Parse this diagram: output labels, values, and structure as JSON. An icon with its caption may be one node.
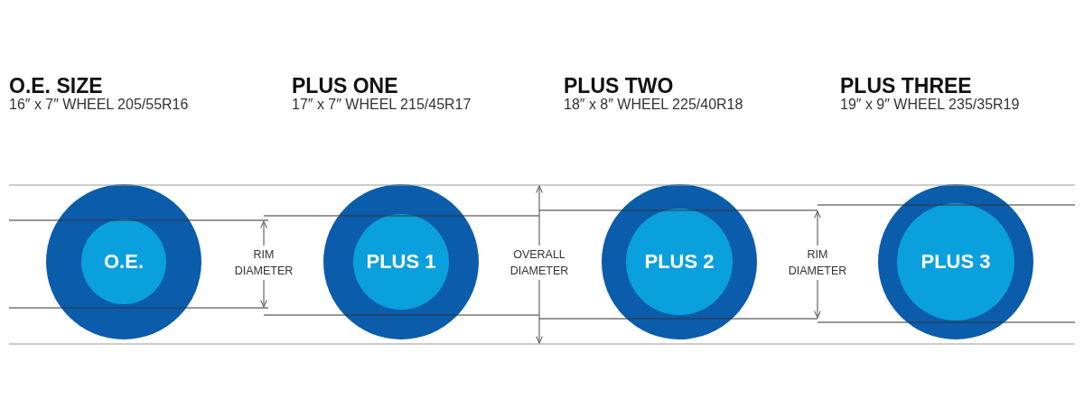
{
  "diagram": {
    "nodes": [
      {
        "text": [
          "O.E."
        ]
      },
      {
        "text": [
          "PLUS 1"
        ]
      },
      {
        "text": [
          "PLUS 2"
        ]
      },
      {
        "text": [
          "PLUS 3"
        ]
      }
    ],
    "labels": [
      "O.E. SIZE",
      "16″ x 7″ WHEEL 205/55R16",
      "PLUS ONE",
      "17″ x 7″ WHEEL 215/45R17",
      "PLUS TWO",
      "18″ x 8″ WHEEL 225/40R18",
      "PLUS THREE",
      "19″ x 9″ WHEEL 235/35R19",
      "RIM DIAMETER",
      "OVERALL DIAMETER",
      "RIM DIAMETER"
    ]
  }
}
